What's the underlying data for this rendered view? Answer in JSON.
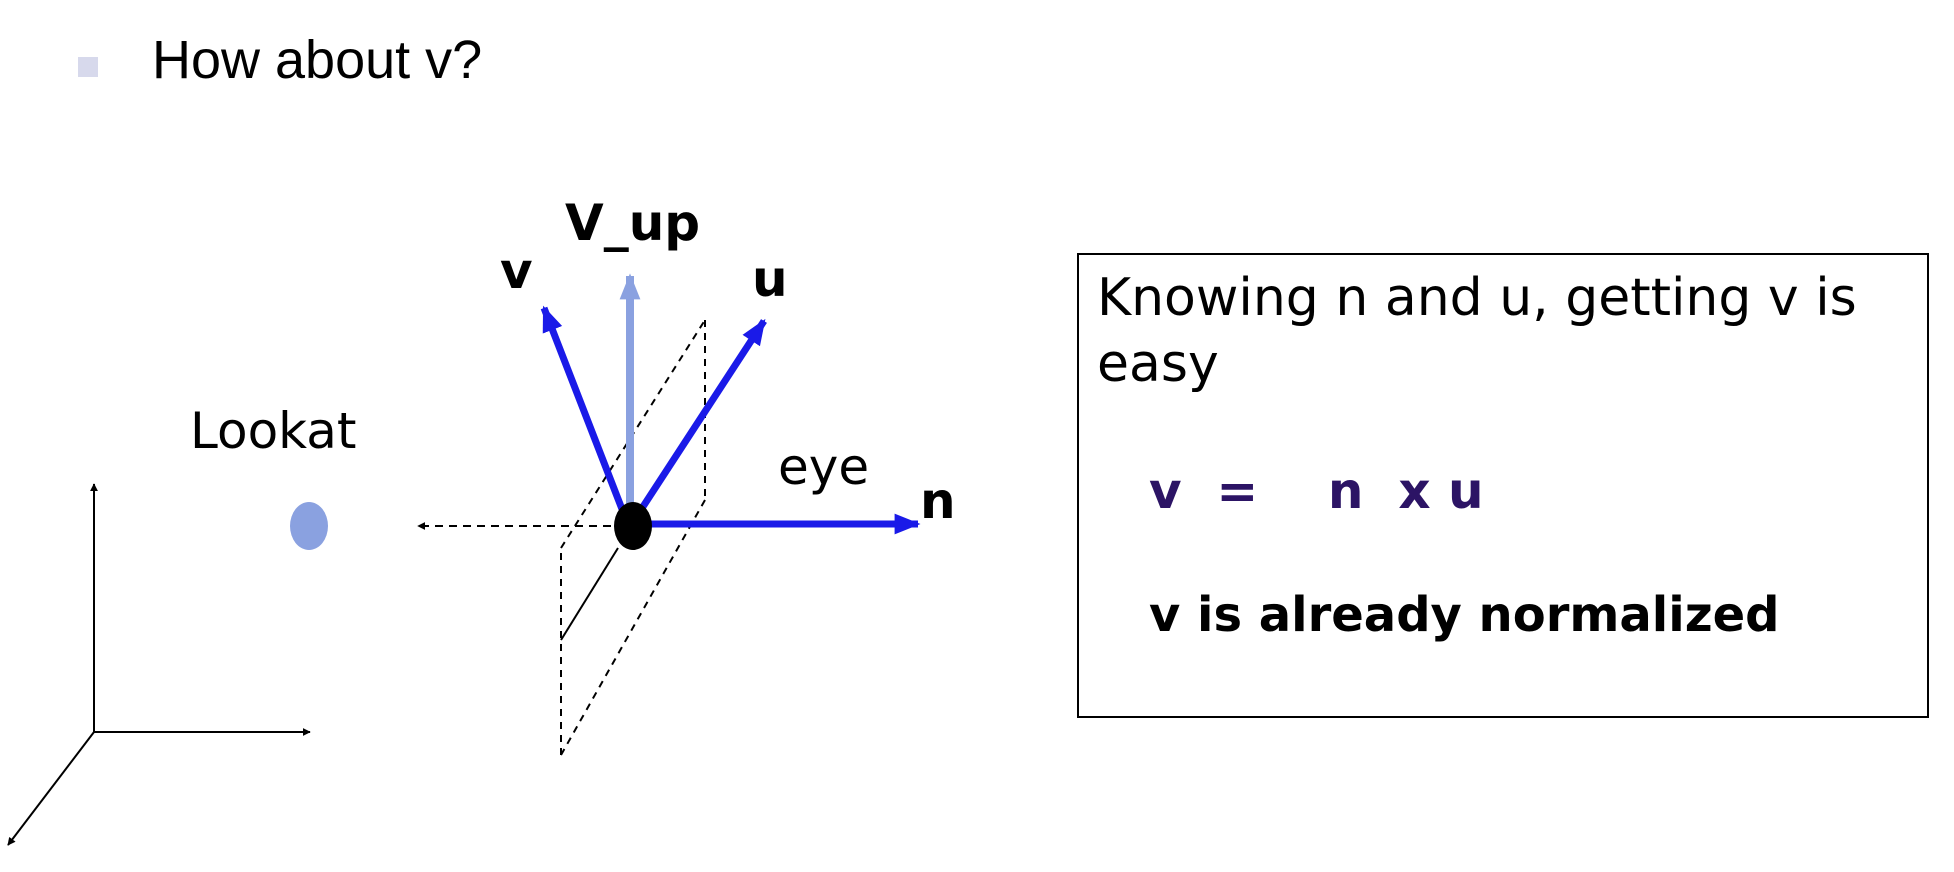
{
  "slide": {
    "bullet_text": "How about v?"
  },
  "diagram": {
    "labels": {
      "v_up": "V_up",
      "v": "v",
      "u": "u",
      "n": "n",
      "eye": "eye",
      "lookat": "Lookat"
    },
    "colors": {
      "vector_blue": "#1a1ae8",
      "v_up_blue": "#8aa1e0",
      "lookat_point": "#8aa1e0",
      "eye_point": "#000000"
    }
  },
  "info_box": {
    "line1": "Knowing n and u, getting v is easy",
    "formula": "v  =    n  x u",
    "note": "v is already normalized"
  }
}
